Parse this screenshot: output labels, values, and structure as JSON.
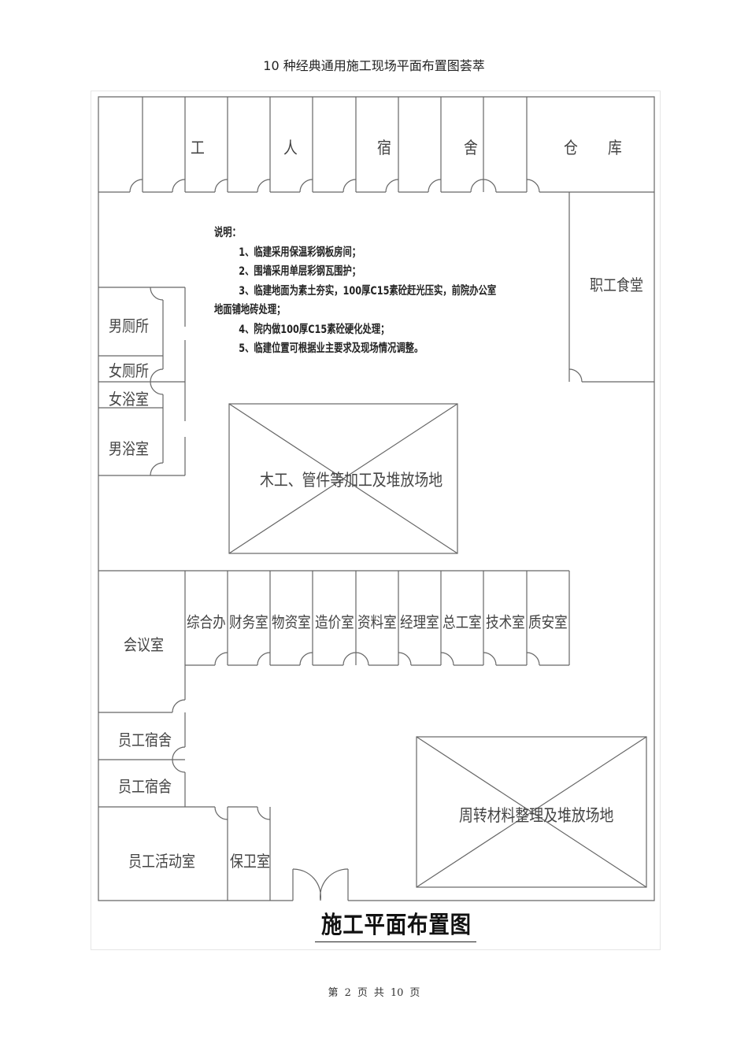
{
  "document": {
    "header_title": "10 种经典通用施工现场平面布置图荟萃",
    "footer": {
      "page_label_prefix": "第",
      "page_number": "2",
      "page_label_mid": "页",
      "total_prefix": "共",
      "total_pages": "10",
      "total_suffix": "页"
    }
  },
  "plan": {
    "title": "施工平面布置图",
    "worker_dorm_row": {
      "chars": [
        "工",
        "人",
        "宿",
        "舍"
      ],
      "label_full": "工人宿舍"
    },
    "warehouse": {
      "chars": [
        "仓",
        "库"
      ],
      "label_full": "仓库"
    },
    "canteen": "职工食堂",
    "sanitary": [
      "男厕所",
      "女厕所",
      "女浴室",
      "男浴室"
    ],
    "work_yard": "木工、管件等加工及堆放场地",
    "material_yard": "周转材料整理及堆放场地",
    "meeting_room": "会议室",
    "offices": [
      "综合办",
      "财务室",
      "物资室",
      "造价室",
      "资料室",
      "经理室",
      "总工室",
      "技术室",
      "质安室"
    ],
    "staff_dorms": [
      "员工宿舍",
      "员工宿舍"
    ],
    "activity_room": "员工活动室",
    "guard_room": "保卫室",
    "notes": {
      "heading": "说明：",
      "items": [
        "1、临建采用保温彩钢板房间；",
        "2、围墙采用单层彩钢瓦围护；",
        "3、临建地面为素土夯实，100厚C15素砼赶光压实，前院办公室",
        "地面铺地砖处理；",
        "4、院内做100厚C15素砼硬化处理；",
        "5、临建位置可根据业主要求及现场情况调整。"
      ]
    }
  },
  "colors": {
    "line": "#555555",
    "text": "#444444",
    "frame": "#e6e6e6"
  }
}
